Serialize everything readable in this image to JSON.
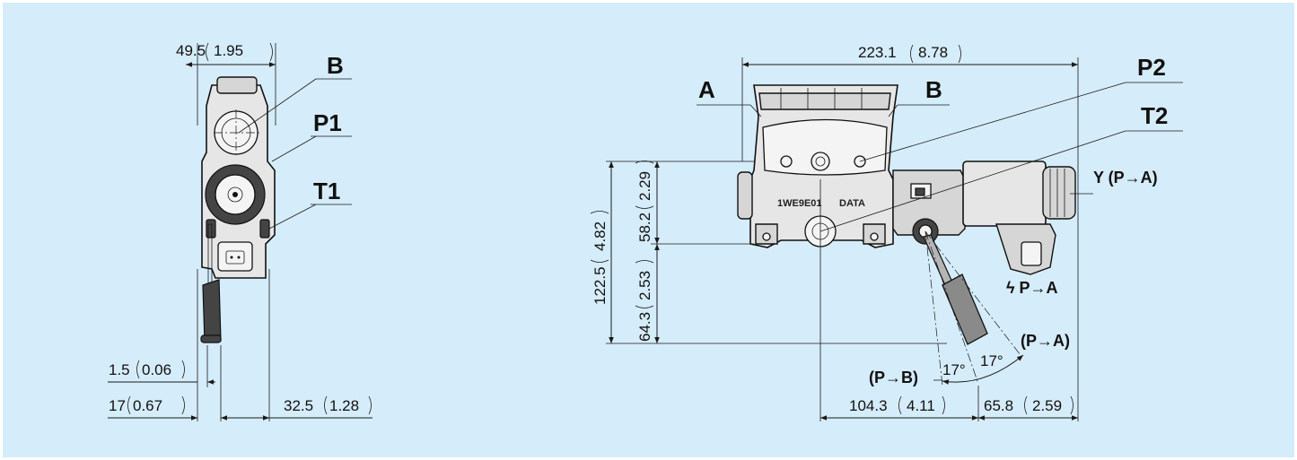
{
  "colors": {
    "background": "#d5ecfa",
    "line": "#1a1a1a",
    "part_fill": "#e6e6e6"
  },
  "side_view": {
    "width_top": "49.5",
    "width_top_in": "1.95",
    "label_b": "B",
    "label_p1": "P1",
    "label_t1": "T1",
    "offset_small": "1.5",
    "offset_small_in": "0.06",
    "offset_left": "17",
    "offset_left_in": "0.67",
    "offset_right": "32.5",
    "offset_right_in": "1.28"
  },
  "front_view": {
    "width_total": "223.1",
    "width_total_in": "8.78",
    "label_a": "A",
    "label_b": "B",
    "label_p2": "P2",
    "label_t2": "T2",
    "label_y": "Y (P→A)",
    "label_lightning": "ϟ P→A",
    "label_pa_manual": "(P→A)",
    "label_pb_manual": "(P→B)",
    "angle_left": "17°",
    "angle_right": "17°",
    "height_total": "122.5",
    "height_total_in": "4.82",
    "height_upper": "58.2",
    "height_upper_in": "2.29",
    "height_lower": "64.3",
    "height_lower_in": "2.53",
    "bottom_left": "104.3",
    "bottom_left_in": "4.11",
    "bottom_right": "65.8",
    "bottom_right_in": "2.59",
    "marking_model": "1WE9E01",
    "marking_data": "DATA"
  }
}
